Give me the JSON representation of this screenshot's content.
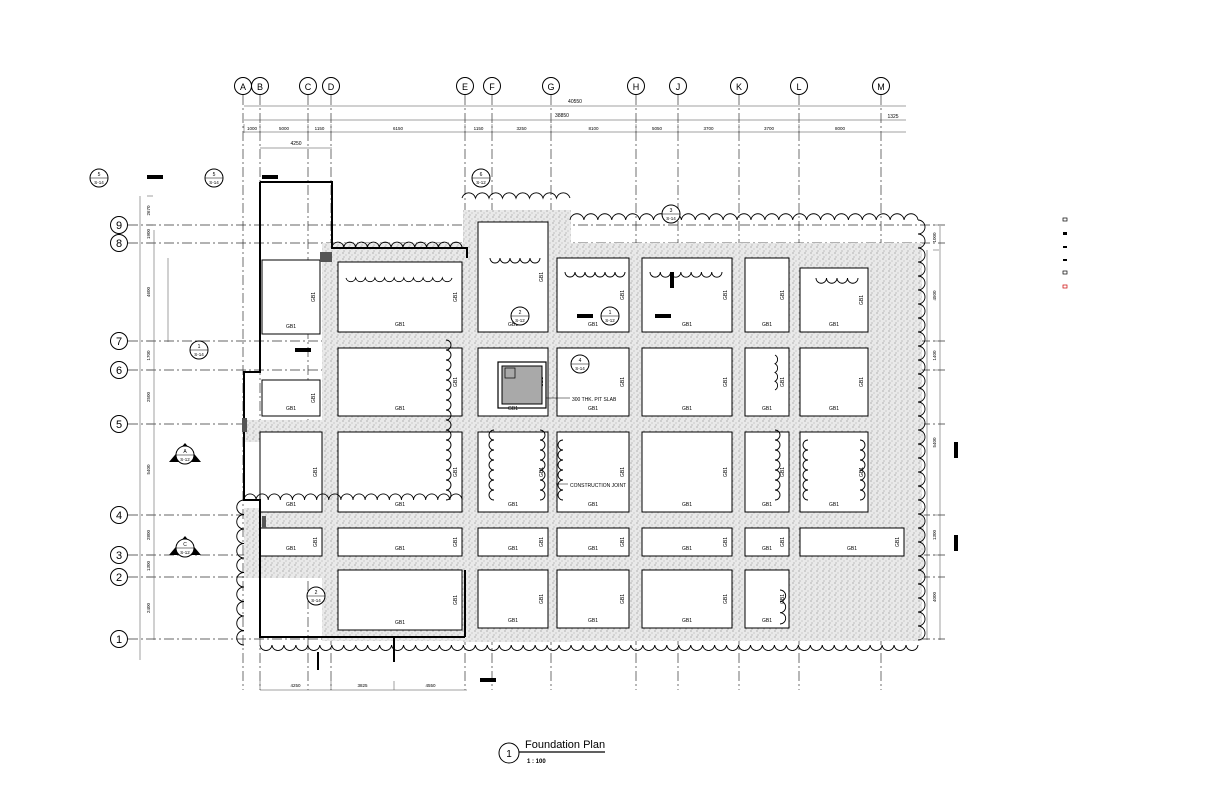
{
  "grid": {
    "columns": [
      "A",
      "B",
      "C",
      "D",
      "E",
      "F",
      "G",
      "H",
      "J",
      "K",
      "L",
      "M"
    ],
    "rows": [
      "9",
      "8",
      "7",
      "6",
      "5",
      "4",
      "3",
      "2",
      "1"
    ]
  },
  "dimensions": {
    "overall_top": "40550",
    "overall_second": "38850",
    "right_edge": "1325",
    "top_chain": [
      "1000",
      "5000",
      "1150",
      "6150",
      "1150",
      "3250",
      "8100",
      "5050",
      "3700",
      "3700",
      "8000"
    ],
    "sub_4250": "4250",
    "bottom_chain": [
      "4250",
      "3825",
      "4550"
    ],
    "left_chain": [
      "2670",
      "1900",
      "4600",
      "1700",
      "2500",
      "5400",
      "2800",
      "1300",
      "2400"
    ],
    "right_chain": [
      "1000",
      "4500",
      "1400",
      "5400",
      "1300",
      "4000"
    ]
  },
  "labels": {
    "pad_tag": "GB1",
    "pit_note": "300 THK. PIT SLAB",
    "joint_note": "CONSTRUCTION JOINT"
  },
  "section_markers": [
    {
      "num": "5",
      "sheet": "S-14"
    },
    {
      "num": "5",
      "sheet": "S-14"
    },
    {
      "num": "6",
      "sheet": "S-12"
    },
    {
      "num": "1",
      "sheet": "S-14"
    },
    {
      "num": "2",
      "sheet": "S-12"
    },
    {
      "num": "1",
      "sheet": "S-12"
    },
    {
      "num": "4",
      "sheet": "S-14"
    },
    {
      "num": "A",
      "sheet": "S-12"
    },
    {
      "num": "C",
      "sheet": "S-12"
    },
    {
      "num": "2",
      "sheet": "S-14"
    },
    {
      "num": "3",
      "sheet": "S-14"
    }
  ],
  "title_block": {
    "view_number": "1",
    "title": "Foundation Plan",
    "scale": "1 : 100"
  },
  "colors": {
    "line": "#000000",
    "pit_fill": "#a9a9a9",
    "gravel": "#c9c9c9",
    "legend_red": "#cc0000"
  }
}
